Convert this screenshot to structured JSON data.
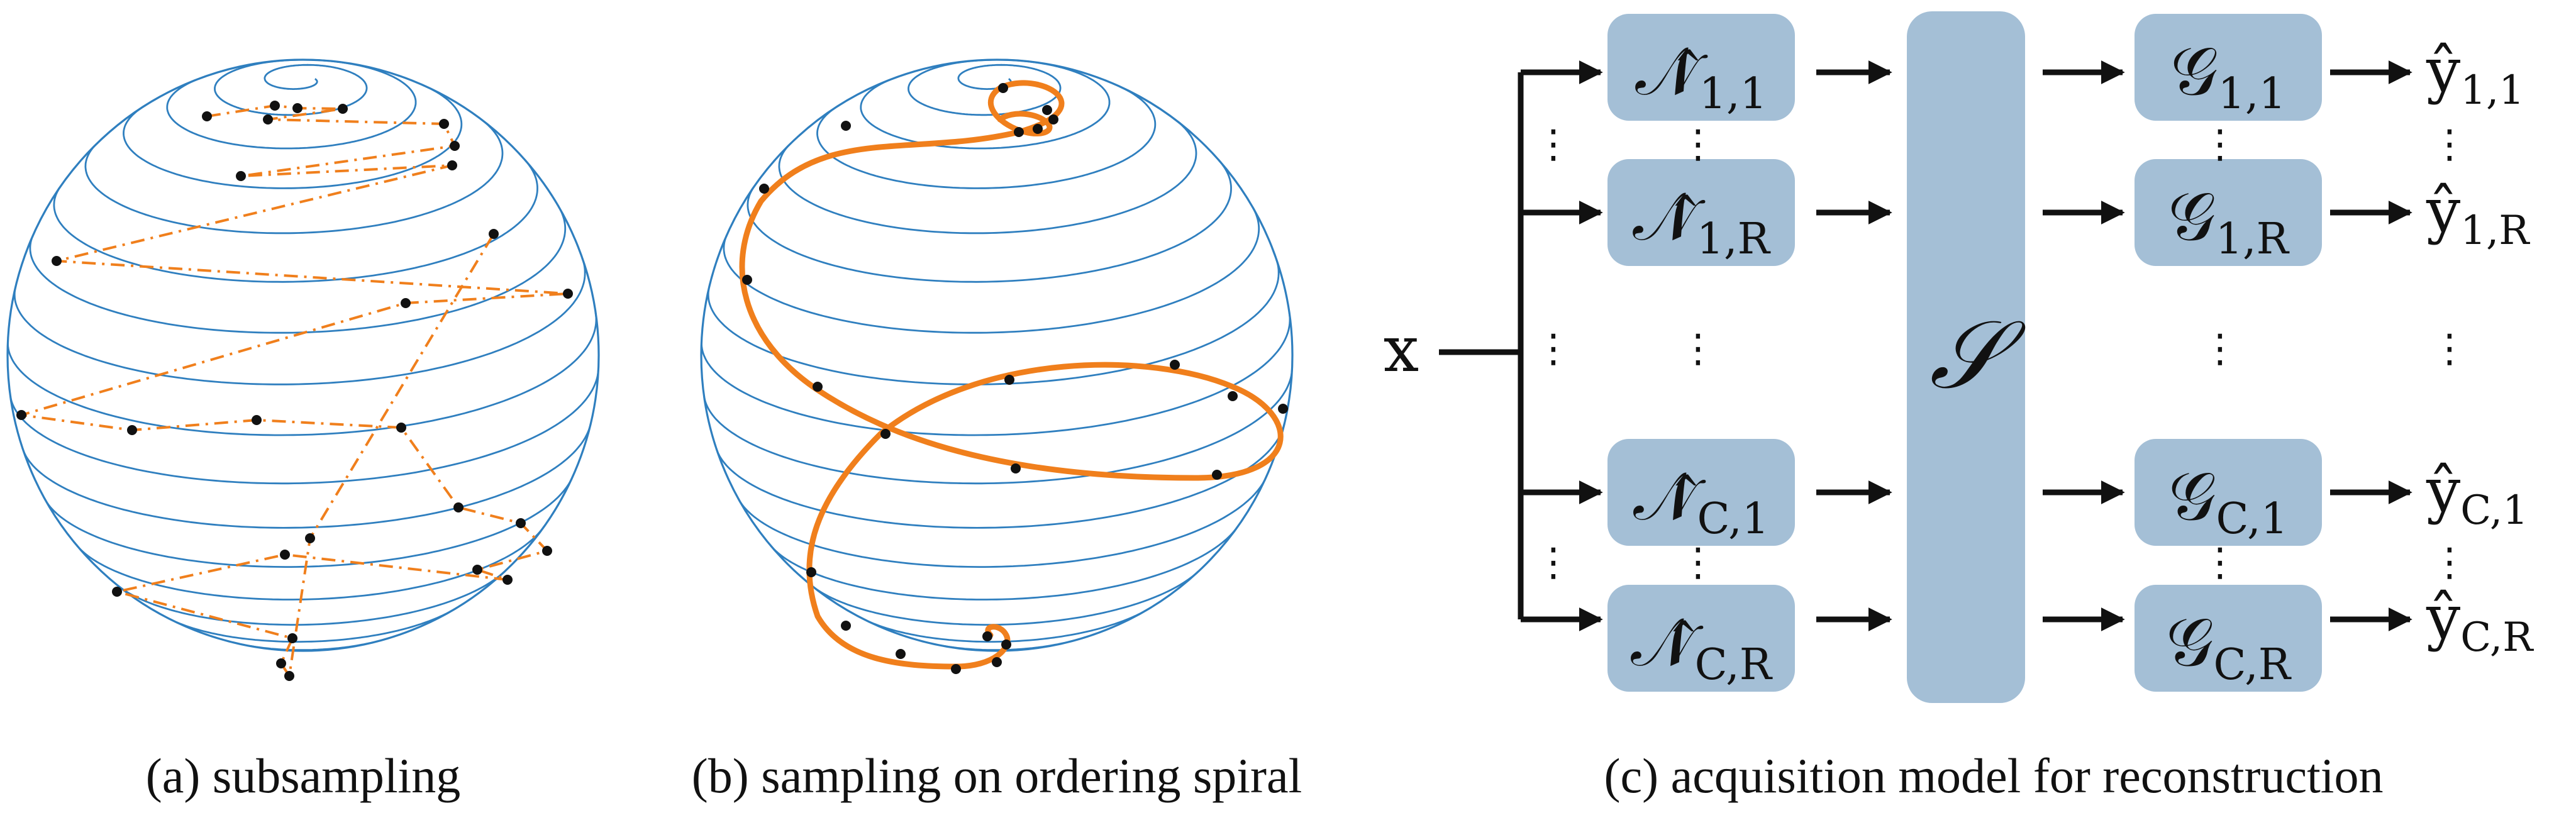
{
  "captions": {
    "a": "(a) subsampling",
    "b": "(b) sampling on ordering spiral",
    "c": "(c) acquisition model for reconstruction"
  },
  "diagram": {
    "input_label": "x",
    "shared_operator": "𝒮",
    "ellipsis": "⋮",
    "branches": [
      {
        "N_base": "𝒩̂",
        "N_sub": "1,1",
        "G_base": "𝒢",
        "G_sub": "1,1",
        "y_base": "ŷ",
        "y_sub": "1,1"
      },
      {
        "N_base": "𝒩̂",
        "N_sub": "1,R",
        "G_base": "𝒢",
        "G_sub": "1,R",
        "y_base": "ŷ",
        "y_sub": "1,R"
      },
      {
        "N_base": "𝒩̂",
        "N_sub": "C,1",
        "G_base": "𝒢",
        "G_sub": "C,1",
        "y_base": "ŷ",
        "y_sub": "C,1"
      },
      {
        "N_base": "𝒩̂",
        "N_sub": "C,R",
        "G_base": "𝒢",
        "G_sub": "C,R",
        "y_base": "ŷ",
        "y_sub": "C,R"
      }
    ]
  },
  "colors": {
    "sphere_grid": "#2f7fbf",
    "spiral_path": "#f07f1c",
    "sample_point": "#111111",
    "block_fill": "#a4bfd6",
    "arrow": "#111111"
  }
}
